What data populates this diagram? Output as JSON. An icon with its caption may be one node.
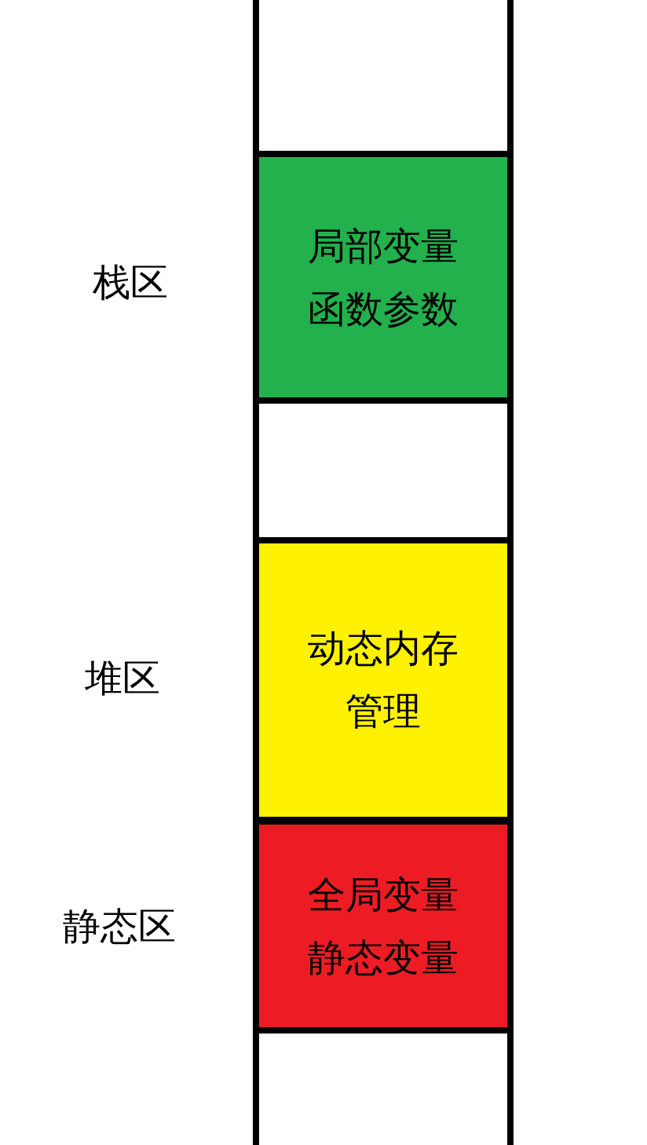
{
  "diagram": {
    "nodes": [
      {
        "text": [
          "局部变量",
          "函数参数"
        ],
        "beside": [
          "栈区"
        ]
      },
      {
        "text": [
          "动态内存管理"
        ],
        "beside": [
          "堆区"
        ]
      },
      {
        "text": [
          "全局变量",
          "静态变量"
        ],
        "beside": [
          "静态区"
        ]
      }
    ]
  }
}
